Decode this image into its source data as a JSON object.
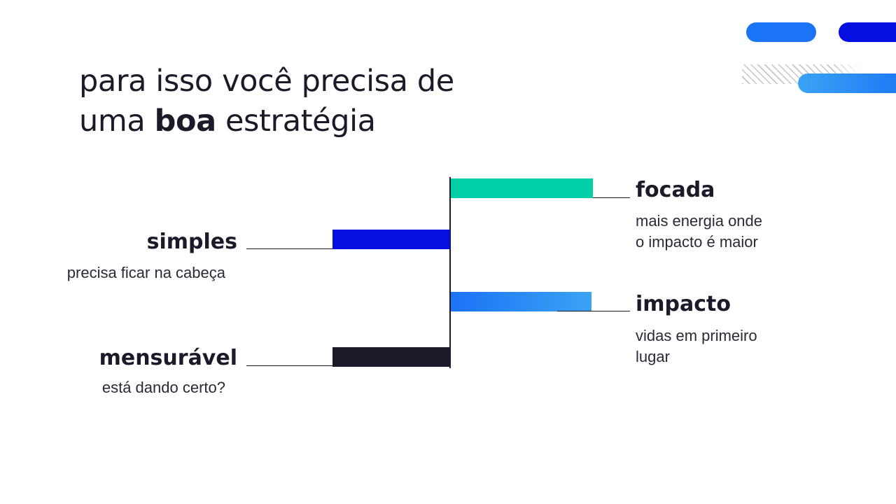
{
  "title": {
    "line1": "para isso você precisa de",
    "line2_before": "uma ",
    "line2_bold": "boa",
    "line2_after": " estratégia"
  },
  "colors": {
    "text": "#1b1a28",
    "blue_bright": "#1b73f5",
    "blue_deep": "#0410e0",
    "blue_light": "#3a9cf2",
    "teal": "#00cfa8",
    "dark": "#1b1a28"
  },
  "items": [
    {
      "key": "focada",
      "label": "focada",
      "description_lines": [
        "mais energia onde",
        "o impacto é maior"
      ],
      "color": "#00cfa8"
    },
    {
      "key": "simples",
      "label": "simples",
      "description_lines": [
        "precisa ficar na cabeça"
      ],
      "color": "#0410e0"
    },
    {
      "key": "impacto",
      "label": "impacto",
      "description_lines": [
        "vidas em primeiro",
        "lugar"
      ],
      "color_gradient": [
        "#1b73f5",
        "#3aa3f5"
      ]
    },
    {
      "key": "mensuravel",
      "label": "mensurável",
      "description_lines": [
        "está dando certo?"
      ],
      "color": "#1b1a28"
    }
  ]
}
